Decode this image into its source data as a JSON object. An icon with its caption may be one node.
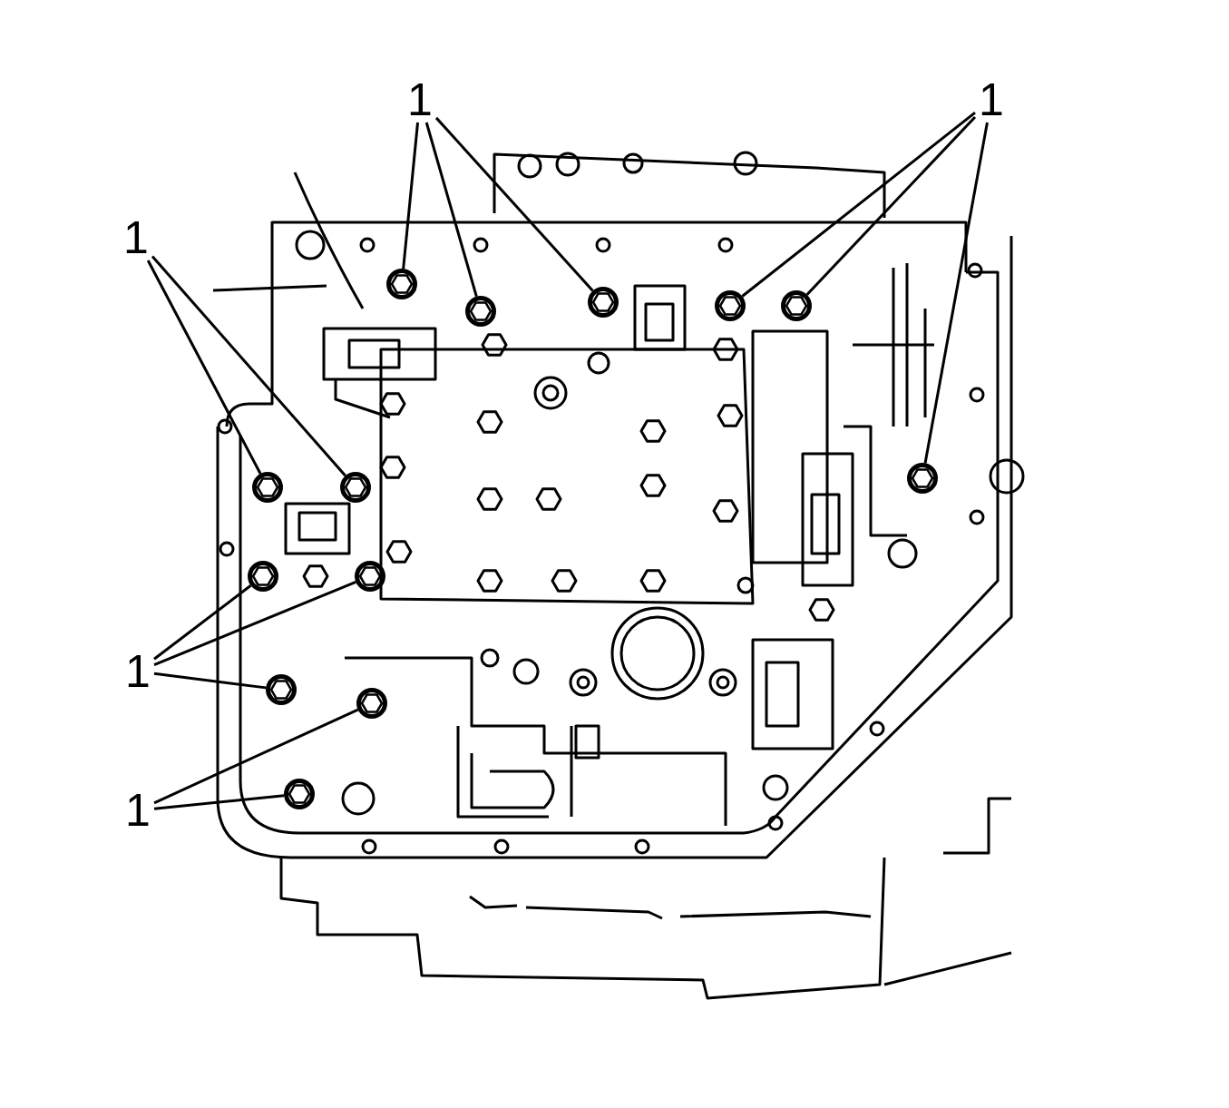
{
  "diagram": {
    "nodes": [
      {
        "text": [
          "1"
        ]
      },
      {
        "text": [
          "1"
        ]
      },
      {
        "text": [
          "1"
        ]
      },
      {
        "text": [
          "1"
        ]
      },
      {
        "text": [
          "1"
        ]
      },
      {
        "text": [],
        "shape": "picture"
      },
      {
        "text": [],
        "shape": "picture"
      },
      {
        "text": [],
        "shape": "picture"
      },
      {
        "text": [],
        "shape": "picture"
      },
      {
        "text": [],
        "shape": "picture"
      },
      {
        "text": [],
        "shape": "picture"
      },
      {
        "text": [],
        "shape": "picture"
      },
      {
        "text": [],
        "shape": "picture"
      },
      {
        "text": [],
        "shape": "picture"
      },
      {
        "text": [],
        "shape": "picture"
      },
      {
        "text": [],
        "shape": "picture"
      },
      {
        "text": [],
        "shape": "picture"
      },
      {
        "text": [],
        "shape": "picture"
      }
    ],
    "edges": [
      {
        "from": 0,
        "to": 5,
        "arrow": "none"
      },
      {
        "from": 0,
        "to": 6,
        "arrow": "none"
      },
      {
        "from": 0,
        "to": 7,
        "arrow": "none"
      },
      {
        "from": 1,
        "to": 8,
        "arrow": "none"
      },
      {
        "from": 1,
        "to": 9,
        "arrow": "none"
      },
      {
        "from": 1,
        "to": 10,
        "arrow": "none"
      },
      {
        "from": 2,
        "to": 11,
        "arrow": "none"
      },
      {
        "from": 2,
        "to": 12,
        "arrow": "none"
      },
      {
        "from": 3,
        "to": 13,
        "arrow": "none"
      },
      {
        "from": 3,
        "to": 14,
        "arrow": "none"
      },
      {
        "from": 3,
        "to": 15,
        "arrow": "none"
      },
      {
        "from": 4,
        "to": 16,
        "arrow": "none"
      },
      {
        "from": 4,
        "to": 17,
        "arrow": "none"
      }
    ]
  }
}
